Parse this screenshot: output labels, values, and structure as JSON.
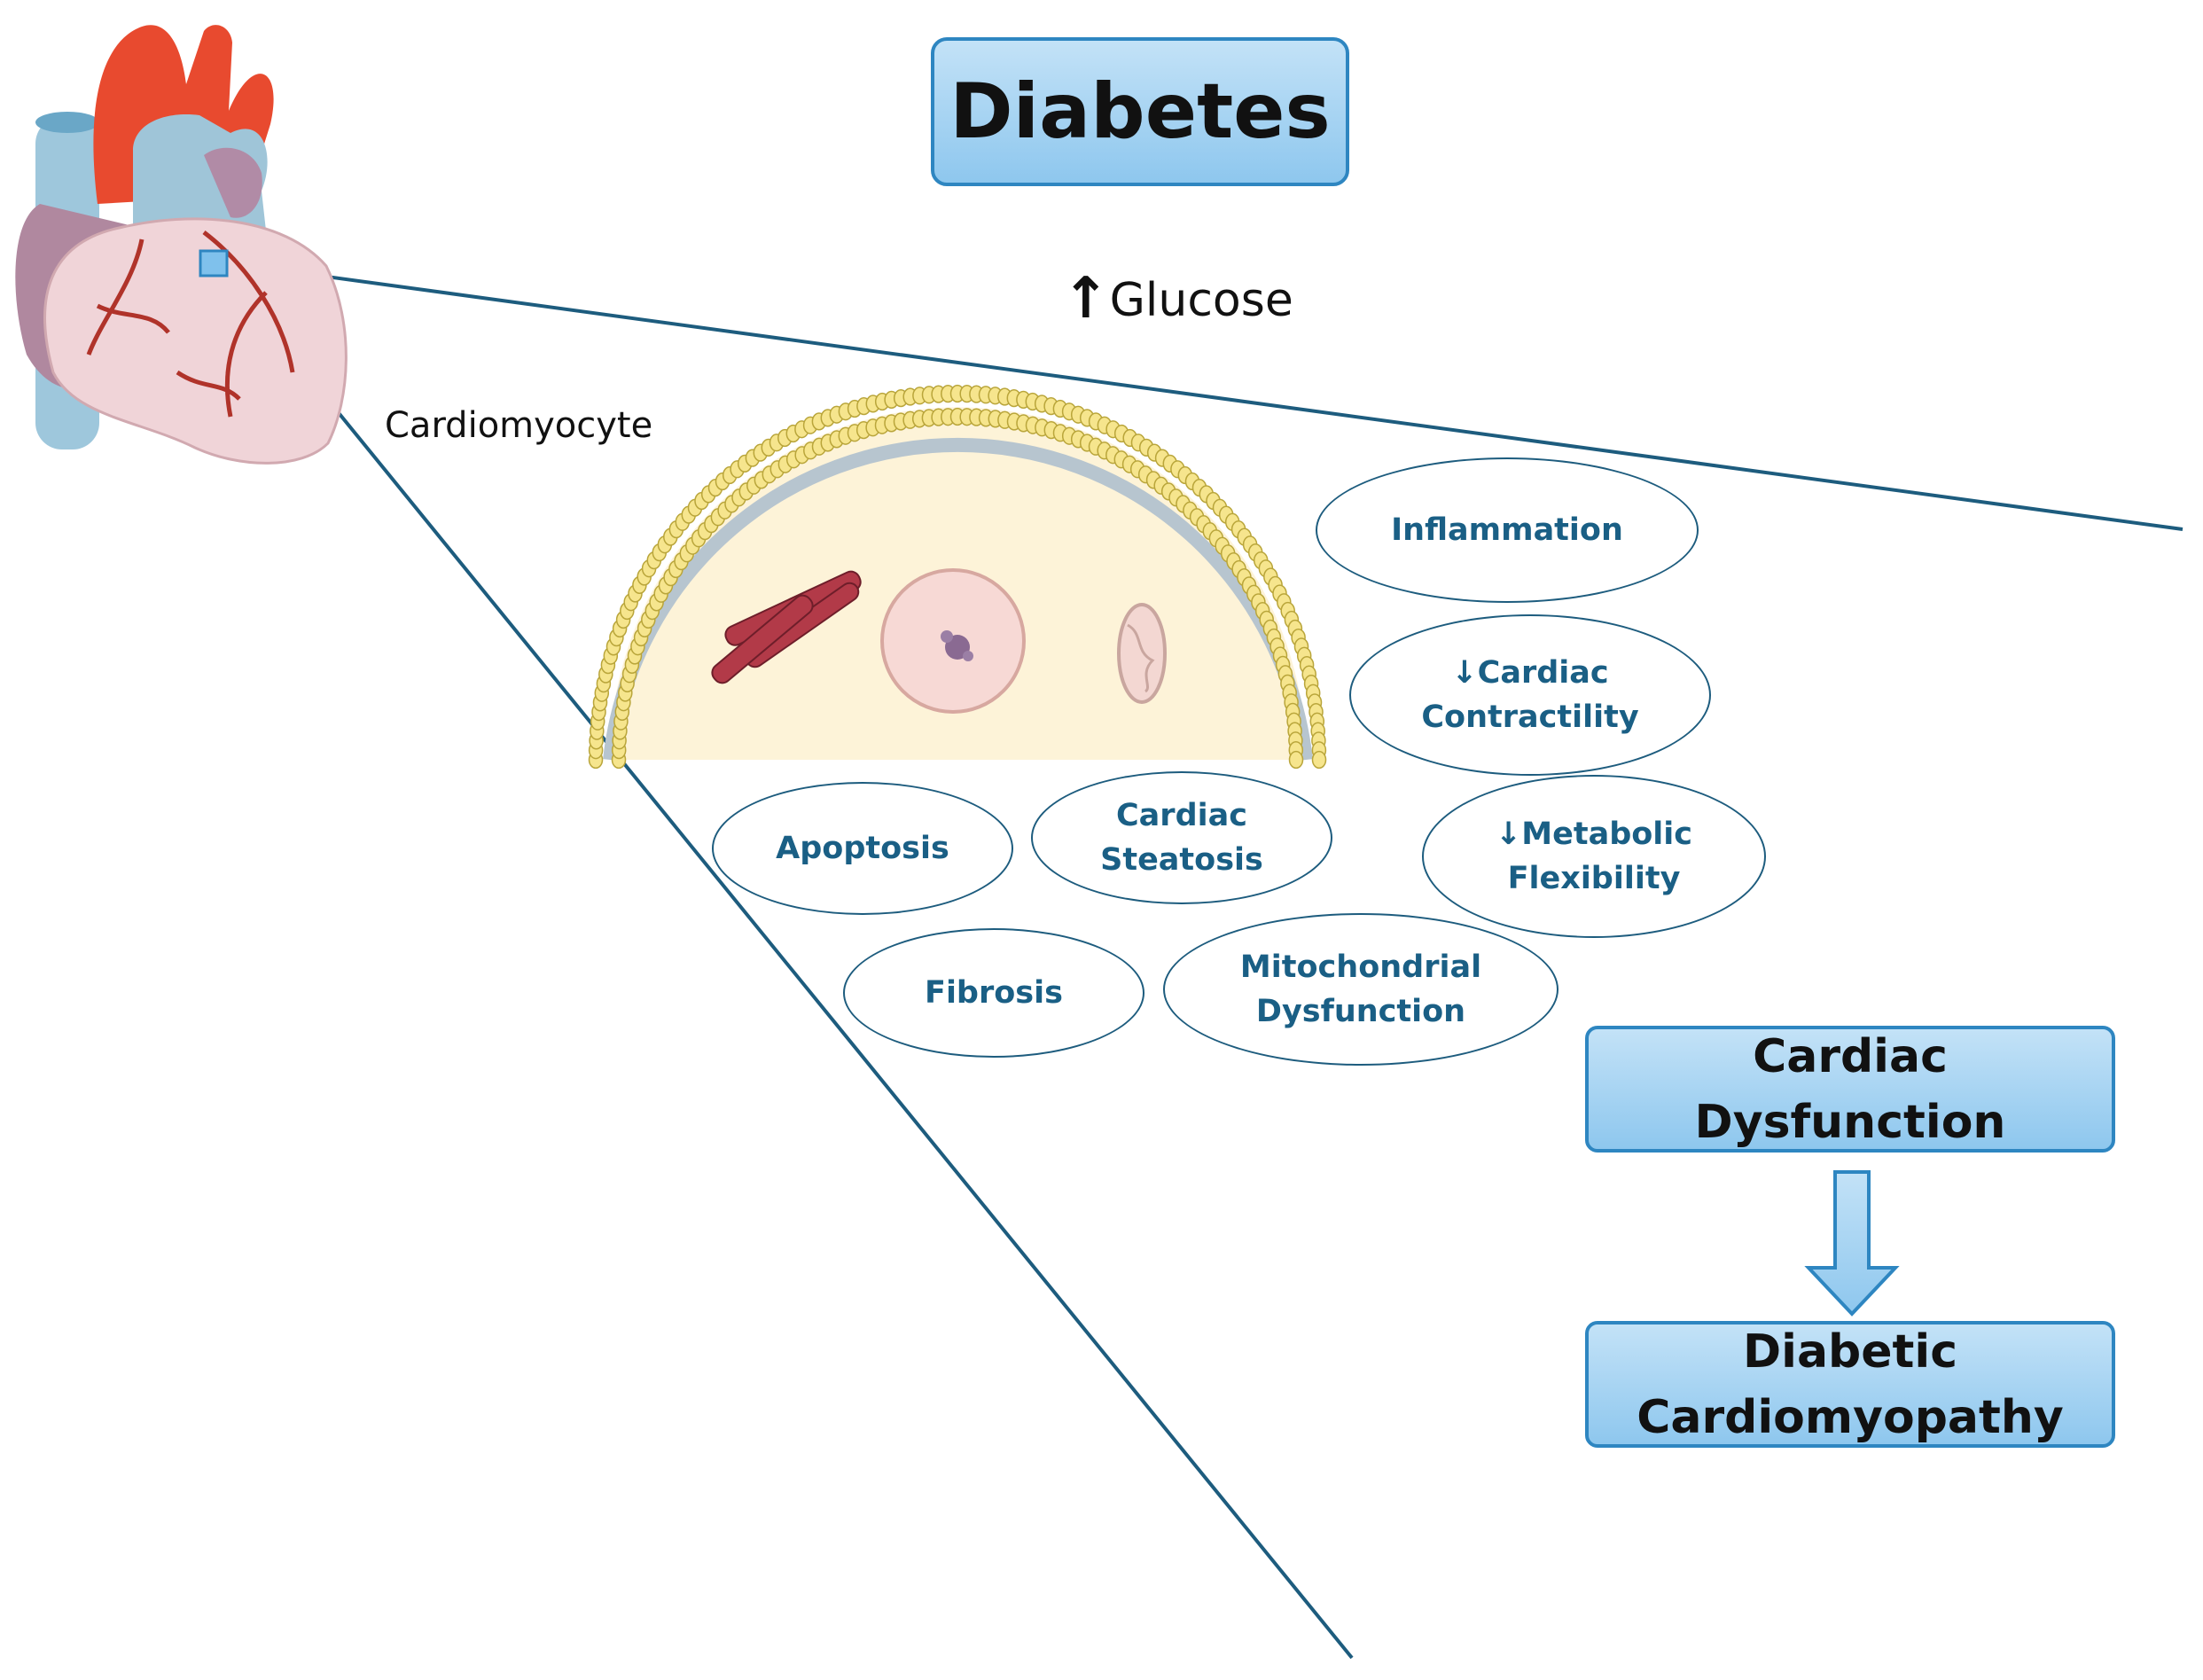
{
  "title": "Diabetes",
  "glucose": {
    "arrow": "↑",
    "label": "Glucose"
  },
  "cell_label": "Cardiomyocyte",
  "effects": {
    "inflammation": "Inflammation",
    "contractility": [
      "↓Cardiac",
      "Contractility"
    ],
    "metabolic": [
      "↓Metabolic",
      "Flexibility"
    ],
    "apoptosis": "Apoptosis",
    "steatosis": [
      "Cardiac",
      "Steatosis"
    ],
    "fibrosis": "Fibrosis",
    "mitochondrial": [
      "Mitochondrial",
      "Dysfunction"
    ]
  },
  "outcomes": {
    "dysfunction": [
      "Cardiac",
      "Dysfunction"
    ],
    "cardiomyopathy": [
      "Diabetic",
      "Cardiomyopathy"
    ]
  },
  "colors": {
    "box_fill_top": "#c3e2f7",
    "box_fill_bottom": "#8ec7ee",
    "box_border": "#2e86c1",
    "oval_text": "#1a5f85",
    "zoom_line": "#1d5c7e",
    "cell_fill": "#fdf3d8",
    "membrane_head": "#f6e58d"
  },
  "icons": [
    "heart-illustration",
    "cell-membrane-illustration",
    "nucleus-icon",
    "sarcomere-icon",
    "mitochondrion-icon",
    "down-arrow-icon"
  ]
}
